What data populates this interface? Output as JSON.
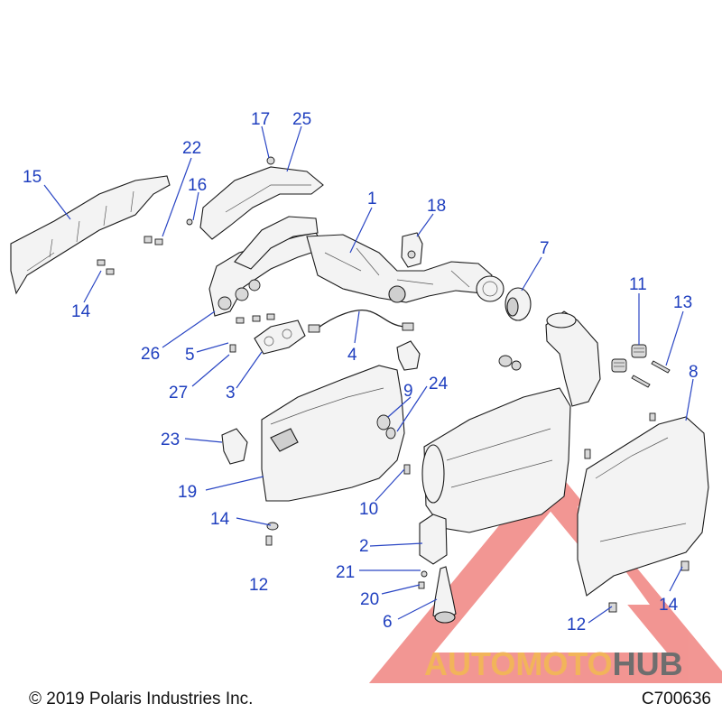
{
  "footer": {
    "copyright": "© 2019 Polaris Industries Inc.",
    "code": "C700636"
  },
  "watermark": {
    "part1": "AUTOMOTO",
    "part2": "HUB",
    "color_main": "#f2b45a",
    "color_hub": "#6e6e6e",
    "color_logo": "#e8403a"
  },
  "callouts": {
    "c1": "1",
    "c2": "2",
    "c3": "3",
    "c4": "4",
    "c5": "5",
    "c6": "6",
    "c7": "7",
    "c8": "8",
    "c9": "9",
    "c10": "10",
    "c11": "11",
    "c12a": "12",
    "c12b": "12",
    "c13": "13",
    "c14a": "14",
    "c14b": "14",
    "c14c": "14",
    "c15": "15",
    "c16": "16",
    "c17": "17",
    "c18": "18",
    "c19": "19",
    "c20": "20",
    "c21": "21",
    "c22": "22",
    "c23": "23",
    "c24": "24",
    "c25": "25",
    "c26": "26",
    "c27": "27"
  },
  "callout_color": "#1f3fbf"
}
